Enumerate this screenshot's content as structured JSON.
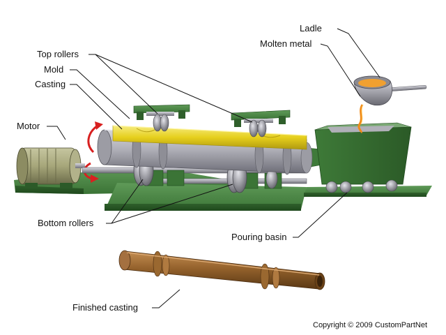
{
  "labels": {
    "ladle": "Ladle",
    "molten_metal": "Molten metal",
    "top_rollers": "Top rollers",
    "mold": "Mold",
    "casting": "Casting",
    "motor": "Motor",
    "bottom_rollers": "Bottom rollers",
    "pouring_basin": "Pouring basin",
    "finished_casting": "Finished casting"
  },
  "copyright": "Copyright © 2009 CustomPartNet",
  "colors": {
    "base_green": "#3f7a3a",
    "mold_gray": "#a8a8b0",
    "casting_yellow": "#e8d21e",
    "motor_khaki": "#a8a878",
    "finished_bronze": "#8a5a2a",
    "molten_orange": "#f08a18",
    "arrow_red": "#d82020"
  }
}
